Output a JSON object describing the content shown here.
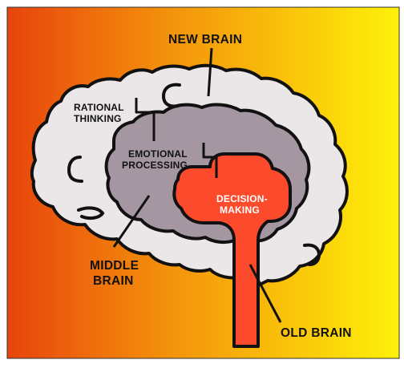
{
  "diagram": {
    "labels": {
      "new_brain": "NEW BRAIN",
      "rational_thinking": [
        "RATIONAL",
        "THINKING"
      ],
      "emotional_processing": [
        "EMOTIONAL",
        "PROCESSING"
      ],
      "decision_making": [
        "DECISION-",
        "MAKING"
      ],
      "middle_brain": [
        "MIDDLE",
        "BRAIN"
      ],
      "old_brain": "OLD BRAIN"
    },
    "colors": {
      "background_left": "#e8440c",
      "background_right": "#fff10a",
      "new_brain_fill": "#ebe6e7",
      "middle_brain_fill": "#a597a2",
      "old_brain_fill": "#fb4a2c",
      "outline": "#111111",
      "white_text": "#ffffff"
    }
  }
}
